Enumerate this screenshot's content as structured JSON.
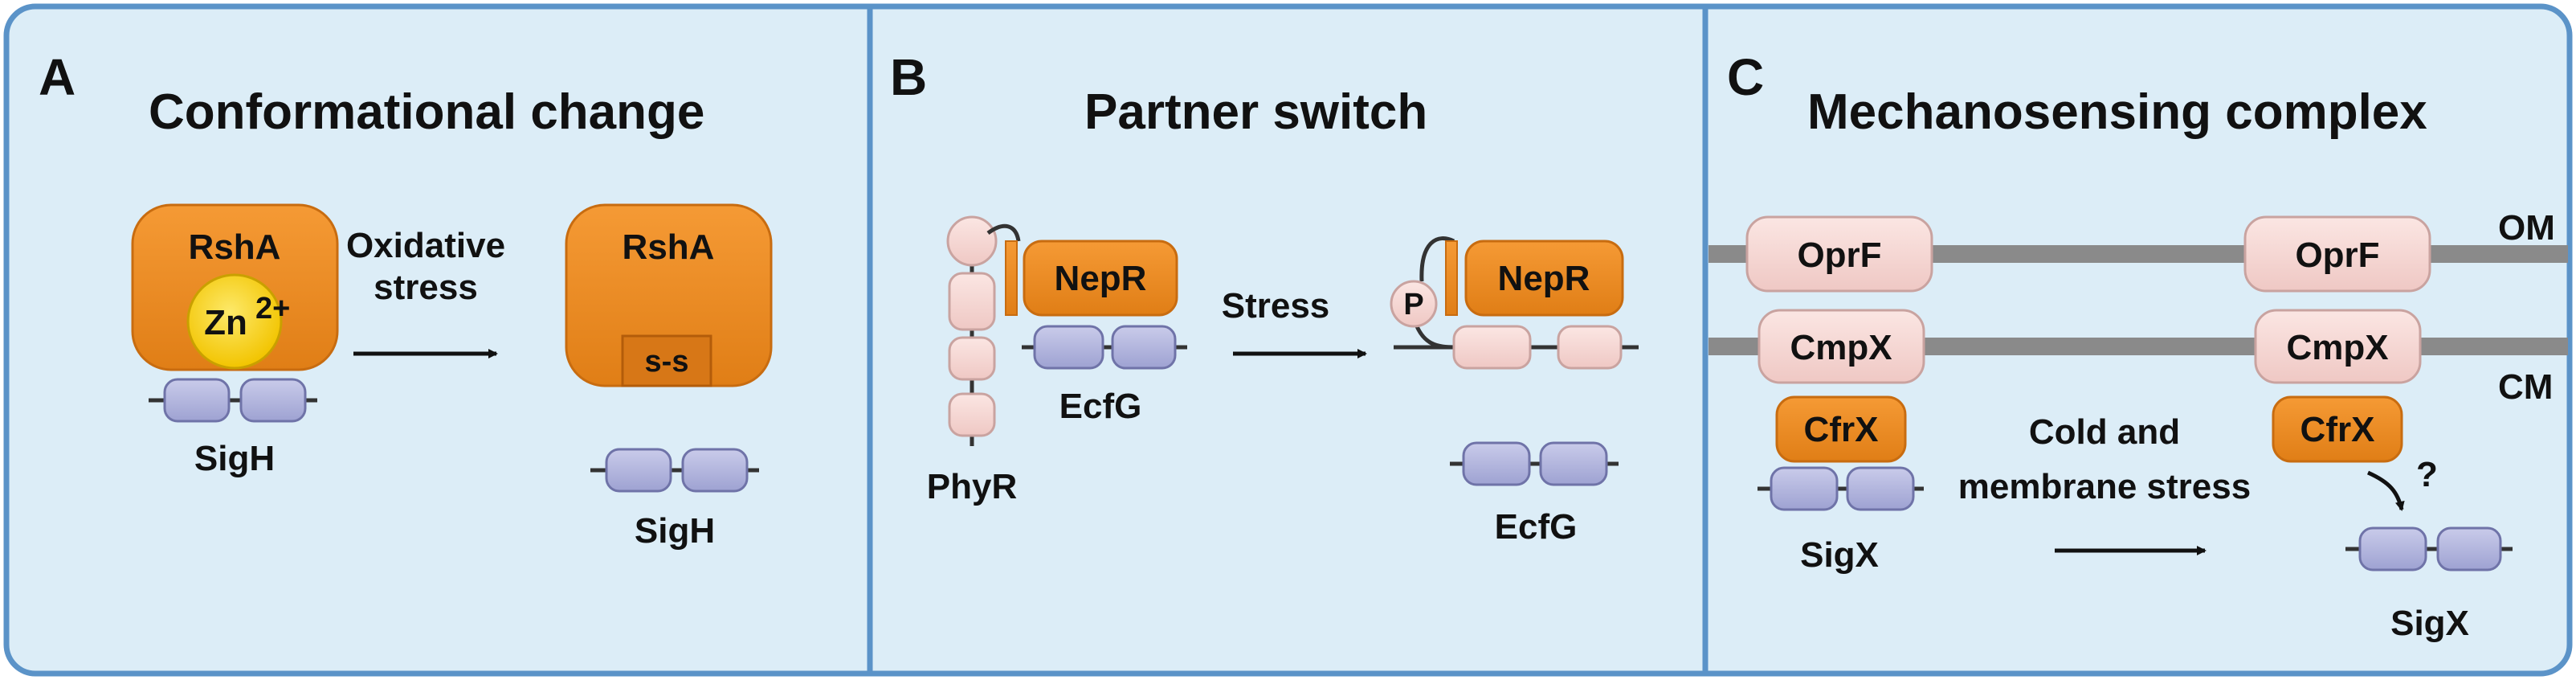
{
  "colors": {
    "panel_bg": "#dcedf7",
    "panel_border": "#5b93c8",
    "orange": "#ef8d24",
    "orange_dark": "#c86c10",
    "pink": "#f7d9d6",
    "pink_border": "#c9a3a0",
    "sigma": "#b3b6dd",
    "sigma_border": "#6f73a8",
    "zinc": "#f7d31a",
    "membrane": "#8a8a8a"
  },
  "panelA": {
    "letter": "A",
    "title": "Conformational change",
    "anti_sigma": "RshA",
    "zinc_label": "Zn",
    "zinc_charge": "2+",
    "stimulus_line1": "Oxidative",
    "stimulus_line2": "stress",
    "disulfide": "s-s",
    "sigma_left": "SigH",
    "sigma_right": "SigH"
  },
  "panelB": {
    "letter": "B",
    "title": "Partner switch",
    "anti_sigma": "NepR",
    "sigma_left": "EcfG",
    "sigma_right": "EcfG",
    "response_regulator": "PhyR",
    "stimulus": "Stress",
    "phospho": "P"
  },
  "panelC": {
    "letter": "C",
    "title": "Mechanosensing complex",
    "outer_protein": "OprF",
    "inner_protein": "CmpX",
    "anti_sigma": "CfrX",
    "outer_membrane": "OM",
    "cyto_membrane": "CM",
    "stimulus_line1": "Cold and",
    "stimulus_line2": "membrane stress",
    "question": "?",
    "sigma_left": "SigX",
    "sigma_right": "SigX"
  }
}
